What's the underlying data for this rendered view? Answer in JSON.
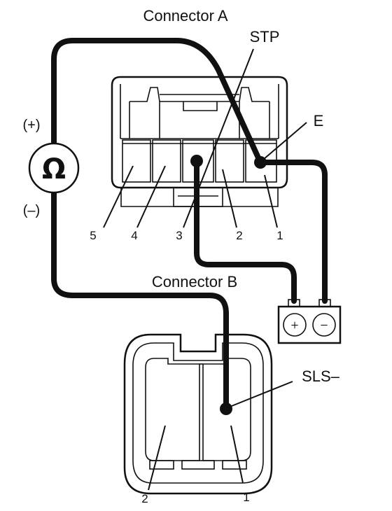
{
  "ohmmeter": {
    "symbol": "Ω",
    "positive_label": "(+)",
    "negative_label": "(–)"
  },
  "connector_a": {
    "title": "Connector A",
    "terminal_labels": [
      "5",
      "4",
      "3",
      "2",
      "1"
    ],
    "stp_label": "STP",
    "e_label": "E"
  },
  "connector_b": {
    "title": "Connector B",
    "terminal_labels": [
      "2",
      "1"
    ],
    "sls_label": "SLS–"
  },
  "battery": {
    "plus_symbol": "+",
    "minus_symbol": "−"
  }
}
